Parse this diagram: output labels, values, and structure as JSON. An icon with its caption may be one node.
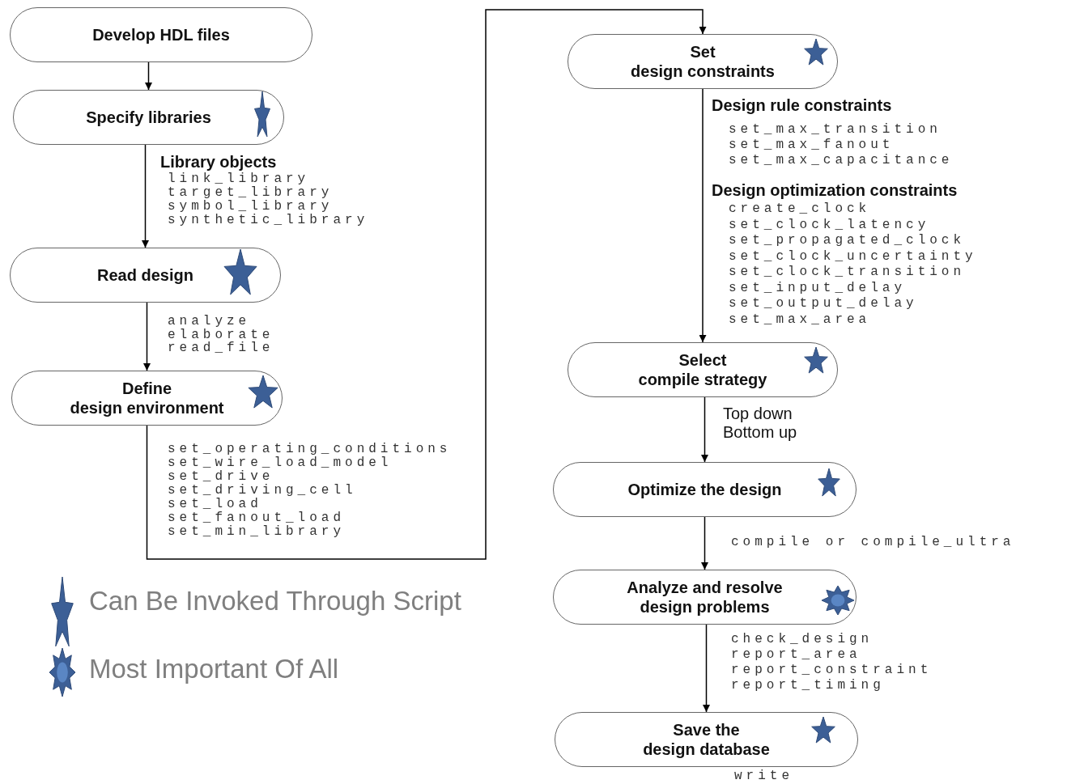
{
  "diagram": {
    "nodes": [
      {
        "text": [
          "Develop HDL files"
        ]
      },
      {
        "text": [
          "Specify libraries"
        ]
      },
      {
        "text": [
          "Read design"
        ]
      },
      {
        "text": [
          "Define design environment"
        ]
      },
      {
        "text": [
          "Set design constraints"
        ]
      },
      {
        "text": [
          "Select compile strategy"
        ]
      },
      {
        "text": [
          "Optimize the design"
        ]
      },
      {
        "text": [
          "Analyze and resolve design problems"
        ]
      },
      {
        "text": [
          "Save the design database"
        ]
      }
    ],
    "edges": [
      {
        "from": 0,
        "to": 1,
        "arrow": "to"
      },
      {
        "from": 1,
        "to": 2,
        "arrow": "to"
      },
      {
        "from": 2,
        "to": 3,
        "arrow": "to"
      },
      {
        "from": 3,
        "to": 4,
        "arrow": "to"
      },
      {
        "from": 4,
        "to": 5,
        "arrow": "to"
      },
      {
        "from": 5,
        "to": 6,
        "arrow": "to"
      },
      {
        "from": 6,
        "to": 7,
        "arrow": "to"
      },
      {
        "from": 7,
        "to": 8,
        "arrow": "to"
      }
    ],
    "labels": [
      "Library objects",
      "link_library",
      "target_library",
      "symbol_library",
      "synthetic_library",
      "analyze",
      "elaborate",
      "read_file",
      "set_operating_conditions",
      "set_wire_load_model",
      "set_drive",
      "set_driving_cell",
      "set_load",
      "set_fanout_load",
      "set_min_library",
      "Design rule constraints",
      "set_max_transition",
      "set_max_fanout",
      "set_max_capacitance",
      "Design optimization constraints",
      "create_clock",
      "set_clock_latency",
      "set_propagated_clock",
      "set_clock_uncertainty",
      "set_clock_transition",
      "set_input_delay",
      "set_output_delay",
      "set_max_area",
      "Top down",
      "Bottom up",
      "compile or compile_ultra",
      "check_design",
      "report_area",
      "report_constraint",
      "report_timing",
      "write"
    ],
    "legend": [
      {
        "text": "Can Be Invoked Through Script"
      },
      {
        "text": "Most Important Of All"
      }
    ]
  }
}
